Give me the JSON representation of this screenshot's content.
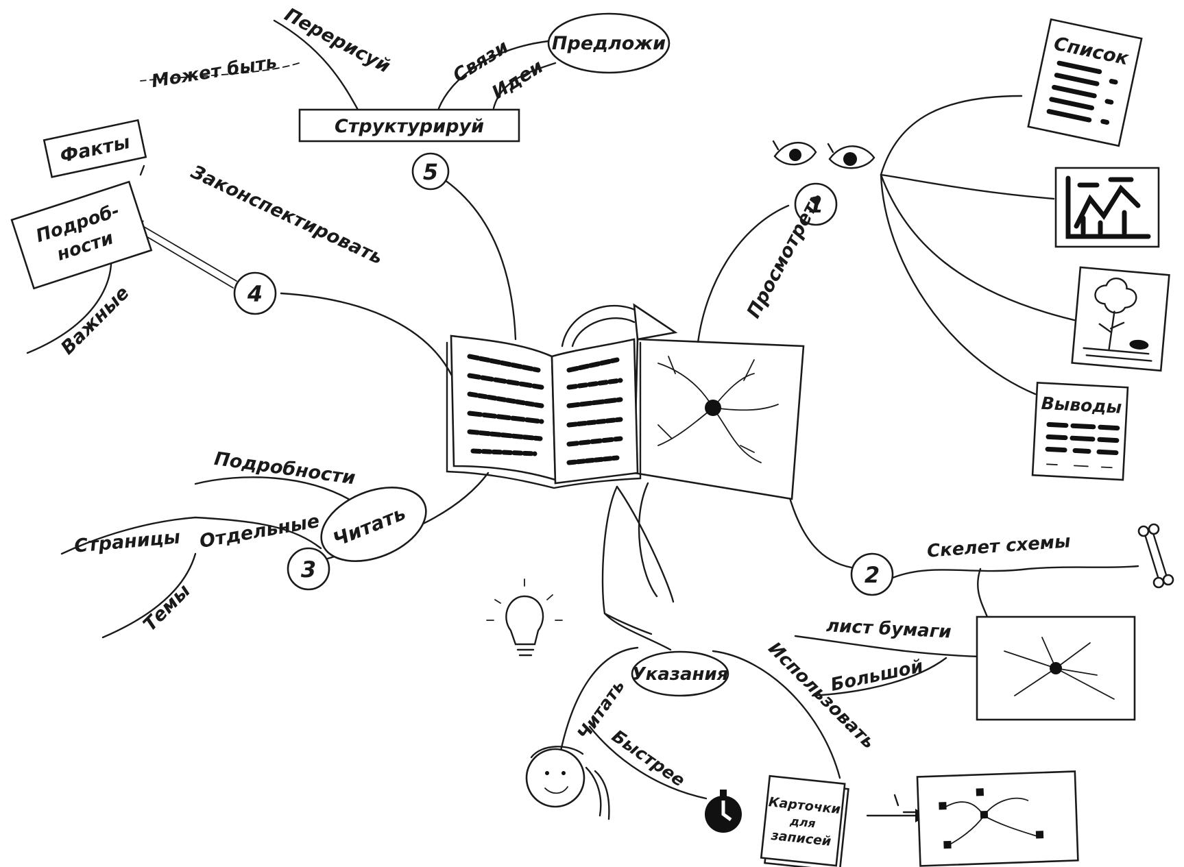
{
  "center": {
    "icons": [
      "open-book-icon",
      "mind-map-sheet-icon",
      "curved-arrow-icon"
    ]
  },
  "branch1": {
    "number": "1",
    "verb": "Просмотреть",
    "items": {
      "list": "Список",
      "conclusions": "Выводы"
    },
    "icons": [
      "eyes-icon",
      "list-sheet-icon",
      "chart-sheet-icon",
      "tree-picture-icon",
      "conclusions-sheet-icon"
    ]
  },
  "branch2": {
    "number": "2",
    "skeleton": "Скелет схемы",
    "paper_sheet": "лист бумаги",
    "large": "Большой",
    "icons": [
      "bone-icon",
      "mind-map-skeleton-icon"
    ]
  },
  "branch3": {
    "number": "3",
    "verb": "Читать",
    "details": "Подробности",
    "separate": "Отдельные",
    "pages": "Страницы",
    "topics": "Темы"
  },
  "branch4": {
    "number": "4",
    "verb": "Законспектировать",
    "facts": "Факты",
    "details_line1": "Подроб-",
    "details_line2": "ности",
    "important": "Важные"
  },
  "branch5": {
    "number": "5",
    "verb": "Структурируй",
    "redraw": "Перерисуй",
    "maybe": "Может быть",
    "links": "Связи",
    "ideas": "Идеи",
    "suggest": "Предложи"
  },
  "instructions": {
    "hub": "Указания",
    "read": "Читать",
    "faster": "Быстрее",
    "use": "Использовать",
    "cards_line1": "Карточки",
    "cards_line2": "для",
    "cards_line3": "записей",
    "icons": [
      "pointing-hand-icon",
      "light-bulb-icon",
      "face-icon",
      "stopwatch-icon",
      "cards-icon",
      "small-map-icon"
    ]
  },
  "colors": {
    "ink": "#1a1a1a",
    "paper": "#ffffff"
  }
}
